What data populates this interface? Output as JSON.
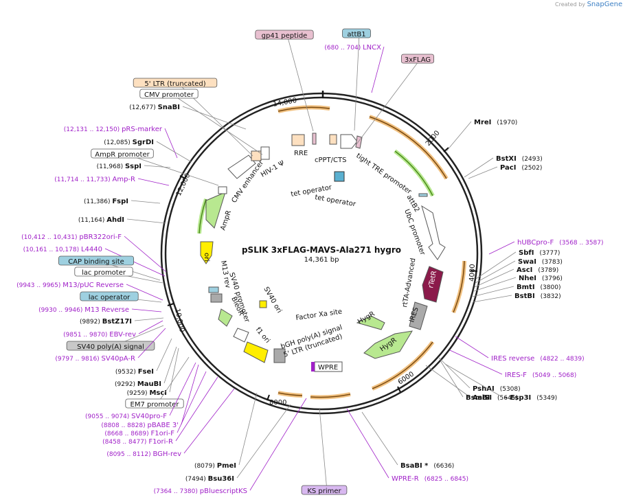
{
  "credit": {
    "prefix": "Created by",
    "brand": "SnapGene"
  },
  "colors": {
    "enzyme": "#111111",
    "primer": "#a020c8",
    "arrow": "#f0c080",
    "arrow_dark": "#7a4a10",
    "green": "#4a8a1a",
    "ring": "#222222"
  },
  "plasmid": {
    "name": "pSLIK 3xFLAG-MAVS-Ala271 hygro",
    "length_label": "14,361 bp"
  },
  "ticks": [
    "2000",
    "4000",
    "6000",
    "8000",
    "10,000",
    "12,000",
    "14,000"
  ],
  "outer_labels": [
    {
      "name": "gp41 peptide",
      "coords": "",
      "type": "feature-box",
      "color": "#e8c0d0"
    },
    {
      "name": "attB1",
      "coords": "",
      "type": "feature-box",
      "color": "#9ed0e0"
    },
    {
      "name": "LNCX",
      "coords": "(680 .. 704)",
      "type": "primer"
    },
    {
      "name": "3xFLAG",
      "coords": "",
      "type": "feature-box",
      "color": "#e8c0d0"
    },
    {
      "name": "5' LTR (truncated)",
      "coords": "",
      "type": "feature-box",
      "color": "#fde0c0"
    },
    {
      "name": "CMV promoter",
      "coords": "",
      "type": "feature-box",
      "color": "#ffffff"
    },
    {
      "name": "SnaBI",
      "coords": "(12,677)",
      "type": "enzyme-left"
    },
    {
      "name": "pRS-marker",
      "coords": "(12,131 .. 12,150)",
      "type": "primer-left"
    },
    {
      "name": "SgrDI",
      "coords": "(12,085)",
      "type": "enzyme-left"
    },
    {
      "name": "AmpR promoter",
      "coords": "",
      "type": "feature-box",
      "color": "#ffffff"
    },
    {
      "name": "SspI",
      "coords": "(11,968)",
      "type": "enzyme-left"
    },
    {
      "name": "Amp-R",
      "coords": "(11,714 .. 11,733)",
      "type": "primer-left"
    },
    {
      "name": "FspI",
      "coords": "(11,386)",
      "type": "enzyme-left"
    },
    {
      "name": "AhdI",
      "coords": "(11,164)",
      "type": "enzyme-left"
    },
    {
      "name": "pBR322ori-F",
      "coords": "(10,412 .. 10,431)",
      "type": "primer-left"
    },
    {
      "name": "L4440",
      "coords": "(10,161 .. 10,178)",
      "type": "primer-left"
    },
    {
      "name": "CAP binding site",
      "coords": "",
      "type": "feature-box",
      "color": "#9ed0e0"
    },
    {
      "name": "lac promoter",
      "coords": "",
      "type": "feature-box",
      "color": "#ffffff"
    },
    {
      "name": "M13/pUC Reverse",
      "coords": "(9943 .. 9965)",
      "type": "primer-left"
    },
    {
      "name": "lac operator",
      "coords": "",
      "type": "feature-box",
      "color": "#9ed0e0"
    },
    {
      "name": "M13 Reverse",
      "coords": "(9930 .. 9946)",
      "type": "primer-left"
    },
    {
      "name": "BstZ17I",
      "coords": "(9892)",
      "type": "enzyme-left"
    },
    {
      "name": "EBV-rev",
      "coords": "(9851 .. 9870)",
      "type": "primer-left"
    },
    {
      "name": "SV40 poly(A) signal",
      "coords": "",
      "type": "feature-box",
      "color": "#c8c8c8"
    },
    {
      "name": "SV40pA-R",
      "coords": "(9797 .. 9816)",
      "type": "primer-left"
    },
    {
      "name": "FseI",
      "coords": "(9532)",
      "type": "enzyme-left"
    },
    {
      "name": "MauBI",
      "coords": "(9292)",
      "type": "enzyme-left"
    },
    {
      "name": "MscI",
      "coords": "(9259)",
      "type": "enzyme-left"
    },
    {
      "name": "EM7 promoter",
      "coords": "",
      "type": "feature-box",
      "color": "#ffffff"
    },
    {
      "name": "SV40pro-F",
      "coords": "(9055 .. 9074)",
      "type": "primer-left"
    },
    {
      "name": "pBABE 3'",
      "coords": "(8808 .. 8828)",
      "type": "primer-left"
    },
    {
      "name": "F1ori-F",
      "coords": "(8668 .. 8689)",
      "type": "primer-left"
    },
    {
      "name": "F1ori-R",
      "coords": "(8458 .. 8477)",
      "type": "primer-left"
    },
    {
      "name": "BGH-rev",
      "coords": "(8095 .. 8112)",
      "type": "primer-left"
    },
    {
      "name": "PmeI",
      "coords": "(8079)",
      "type": "enzyme-left"
    },
    {
      "name": "Bsu36I",
      "coords": "(7494)",
      "type": "enzyme-left"
    },
    {
      "name": "pBluescriptKS",
      "coords": "(7364 .. 7380)",
      "type": "primer-left"
    },
    {
      "name": "KS primer",
      "coords": "",
      "type": "feature-box",
      "color": "#d8b8f0"
    },
    {
      "name": "BsaBI *",
      "coords": "(6636)",
      "type": "enzyme-right"
    },
    {
      "name": "WPRE-R",
      "coords": "(6825 .. 6845)",
      "type": "primer-right"
    },
    {
      "name": "AsiSI",
      "coords": "(5645)",
      "type": "enzyme-right"
    },
    {
      "name": "PshAI",
      "coords": "(5308)",
      "type": "enzyme-right"
    },
    {
      "name": "BsmBI",
      "coords": "",
      "type": "enzyme-right"
    },
    {
      "name": "- Esp3I",
      "coords": "(5349)",
      "type": "enzyme-right"
    },
    {
      "name": "IRES-F",
      "coords": "(5049 .. 5068)",
      "type": "primer-right"
    },
    {
      "name": "IRES reverse",
      "coords": "(4822 .. 4839)",
      "type": "primer-right"
    },
    {
      "name": "BstBI",
      "coords": "(3832)",
      "type": "enzyme-right"
    },
    {
      "name": "BmtI",
      "coords": "(3800)",
      "type": "enzyme-right"
    },
    {
      "name": "NheI",
      "coords": "(3796)",
      "type": "enzyme-right"
    },
    {
      "name": "AscI",
      "coords": "(3789)",
      "type": "enzyme-right"
    },
    {
      "name": "SwaI",
      "coords": "(3783)",
      "type": "enzyme-right"
    },
    {
      "name": "SbfI",
      "coords": "(3777)",
      "type": "enzyme-right"
    },
    {
      "name": "hUBCpro-F",
      "coords": "(3568 .. 3587)",
      "type": "primer-right"
    },
    {
      "name": "PacI",
      "coords": "(2502)",
      "type": "enzyme-right"
    },
    {
      "name": "BstXI",
      "coords": "(2493)",
      "type": "enzyme-right"
    },
    {
      "name": "MreI",
      "coords": "(1970)",
      "type": "enzyme-right"
    }
  ],
  "inner_labels": [
    "tight TRE promoter",
    "cPPT/CTS",
    "RRE",
    "HIV-1 Ψ",
    "CMV enhancer",
    "AmpR",
    "ori",
    "M13 rev",
    "SV40 promoter",
    "BleoR",
    "f1 ori",
    "5' LTR (truncated)",
    "bGH poly(A) signal",
    "WPRE",
    "Factor Xa site",
    "SV40 ori",
    "HygR",
    "HygR",
    "IRES",
    "rtTA-Advanced",
    "rTetR",
    "UbC promoter",
    "attB2",
    "tet operator",
    "tet operator"
  ]
}
